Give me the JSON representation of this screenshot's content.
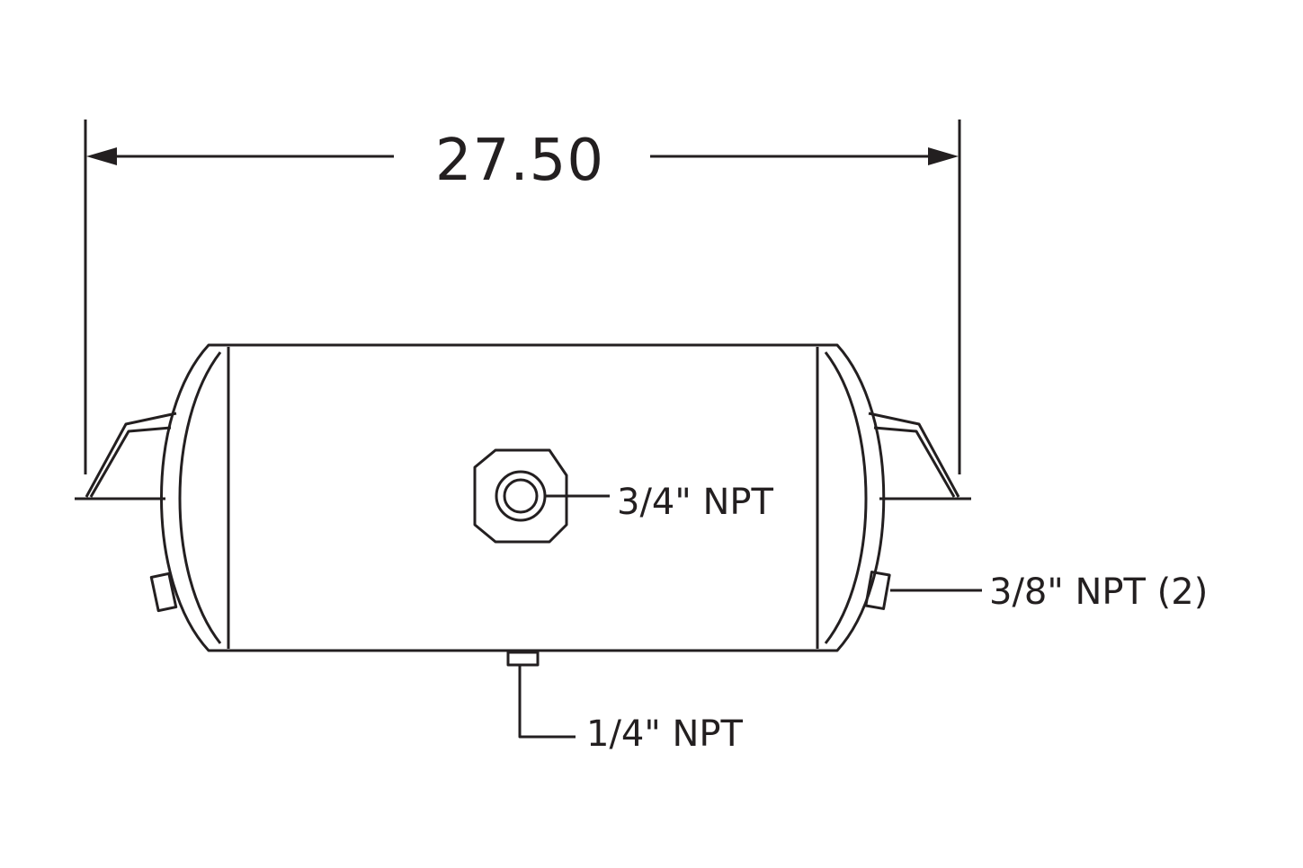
{
  "dimension": {
    "overall_length": "27.50"
  },
  "callouts": {
    "top_port": "3/4\" NPT",
    "end_ports": "3/8\" NPT (2)",
    "bottom_port": "1/4\" NPT"
  },
  "colors": {
    "line": "#231f20",
    "background": "#ffffff"
  }
}
